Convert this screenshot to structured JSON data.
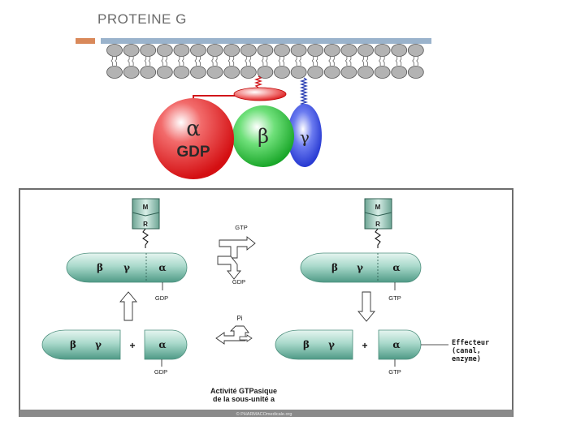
{
  "slide": {
    "title": "PROTEINE G"
  },
  "gprotein": {
    "alpha_symbol": "α",
    "alpha_state": "GDP",
    "beta_symbol": "β",
    "gamma_symbol": "γ"
  },
  "cycle": {
    "receptor_top": "M",
    "receptor_bottom": "R",
    "beta": "β",
    "gamma": "γ",
    "alpha": "α",
    "plus": "+",
    "gtp_top": "GTP",
    "gdp_top": "GDP",
    "gdp_label_tl": "GDP",
    "gtp_label_tr": "GTP",
    "pi_label": "Pi",
    "gdp_label_bl": "GDP",
    "gtp_label_br": "GTP",
    "effector_line1": "Effecteur",
    "effector_line2": "(canal,",
    "effector_line3": "enzyme)",
    "caption_line1": "Activité GTPasique",
    "caption_line2": "de la sous-unité a",
    "credit": "© PHARMACOmedicale.org"
  },
  "colors": {
    "alpha": "#e8191c",
    "beta": "#1bb52c",
    "gamma": "#1730d8",
    "pill": "#a6d6c8",
    "lipid": "#b3b3b3"
  }
}
